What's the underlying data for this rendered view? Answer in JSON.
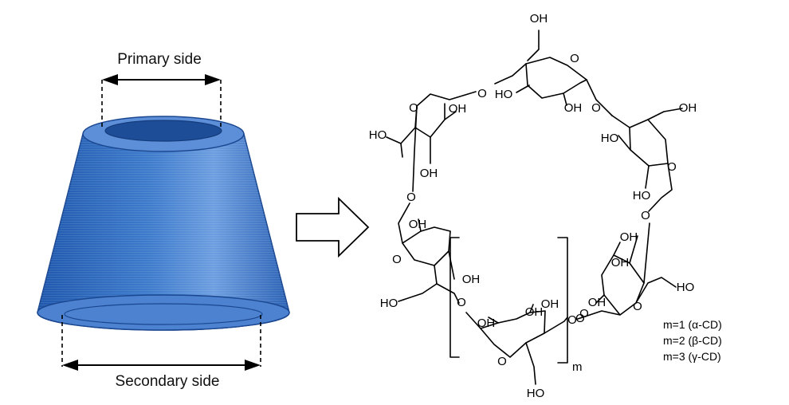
{
  "cone": {
    "top_label": "Primary side",
    "bottom_label": "Secondary side",
    "colors": {
      "body": "#3c74c2",
      "dark": "#1f4f9a",
      "rim": "#5b8ed6"
    }
  },
  "molecule": {
    "atom_labels": [
      {
        "text": "OH"
      },
      {
        "text": "O"
      },
      {
        "text": "HO"
      },
      {
        "text": "O"
      },
      {
        "text": "O"
      },
      {
        "text": "OH"
      },
      {
        "text": "O"
      },
      {
        "text": "HO"
      },
      {
        "text": "OH"
      },
      {
        "text": "OH"
      },
      {
        "text": "O"
      },
      {
        "text": "HO"
      },
      {
        "text": "O"
      },
      {
        "text": "HO"
      },
      {
        "text": "OH"
      },
      {
        "text": "O"
      },
      {
        "text": "OH"
      },
      {
        "text": "O"
      },
      {
        "text": "O"
      },
      {
        "text": "OH"
      },
      {
        "text": "HO"
      },
      {
        "text": "OH"
      },
      {
        "text": "O"
      },
      {
        "text": "OH"
      },
      {
        "text": "O"
      },
      {
        "text": "HO"
      },
      {
        "text": "O"
      },
      {
        "text": "OH"
      },
      {
        "text": "HO"
      },
      {
        "text": "O"
      },
      {
        "text": "OH"
      },
      {
        "text": "OH"
      },
      {
        "text": "O"
      },
      {
        "text": "OH"
      }
    ],
    "repeat_subscript": "m",
    "legend": [
      "m=1 (α-CD)",
      "m=2 (β-CD)",
      "m=3 (γ-CD)"
    ]
  }
}
